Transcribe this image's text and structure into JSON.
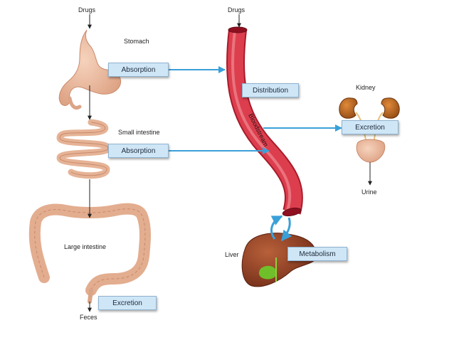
{
  "diagram": {
    "inputs": {
      "left": "Drugs",
      "right": "Drugs"
    },
    "organs": {
      "stomach": "Stomach",
      "small_intestine": "Small intestine",
      "large_intestine": "Large intestine",
      "feces": "Feces",
      "kidney": "Kidney",
      "urine": "Urine",
      "liver": "Liver",
      "bloodstream": "Bloodstream"
    },
    "processes": {
      "absorption_stomach": "Absorption",
      "absorption_intestine": "Absorption",
      "distribution": "Distribution",
      "excretion_kidney": "Excretion",
      "metabolism": "Metabolism",
      "excretion_feces": "Excretion"
    },
    "colors": {
      "arrow_blue": "#3aa0d8",
      "blood_red": "#d83a4a",
      "organ_flesh": "#eab79a",
      "kidney_brown": "#b8631e",
      "liver_brown": "#8a3a20",
      "gallbladder_green": "#6fbf2a",
      "label_box": "#cfe6f7"
    }
  }
}
